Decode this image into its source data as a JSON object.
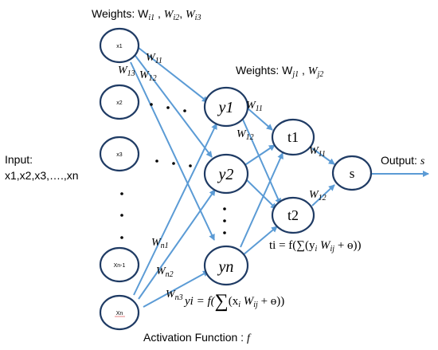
{
  "header": {
    "weights_i": "Weights: W",
    "weights_i_subs": [
      "i1",
      "i2",
      "i3"
    ],
    "weights_j": "Weights: W",
    "weights_j_subs": [
      "j1",
      "j2"
    ]
  },
  "input_label": [
    "Input:",
    "x1,x2,x3,….,xn"
  ],
  "output_label": "Output: ",
  "output_var": "s",
  "input_nodes": [
    "x1",
    "x2",
    "x3",
    "Xn-1",
    "Xn"
  ],
  "hidden1_nodes": [
    "y1",
    "y2",
    "yn"
  ],
  "hidden2_nodes": [
    "t1",
    "t2"
  ],
  "output_node": "s",
  "edge_labels": {
    "w11_top": "W",
    "w11_top_sub": "11",
    "w13": "W",
    "w13_sub": "13",
    "w12_top": "W",
    "w12_top_sub": "12",
    "wn1": "W",
    "wn1_sub": "n1",
    "wn2": "W",
    "wn2_sub": "n2",
    "wn3": "W",
    "wn3_sub": "n3",
    "w11_mid": "W",
    "w11_mid_sub": "11",
    "w12_mid": "W",
    "w12_mid_sub": "12",
    "w11_out": "W",
    "w11_out_sub": "11",
    "w12_out": "W",
    "w12_out_sub": "12"
  },
  "formulas": {
    "ti": "ti = f(∑(y",
    "ti_rest": "W",
    "ti_tail": " + ɵ))",
    "yi": "yi = f(",
    "yi_sum": "∑",
    "yi_rest": "(x",
    "yi_w": "W",
    "yi_tail": " + ɵ))"
  },
  "activation": "Activation Function : ",
  "activation_var": "f"
}
